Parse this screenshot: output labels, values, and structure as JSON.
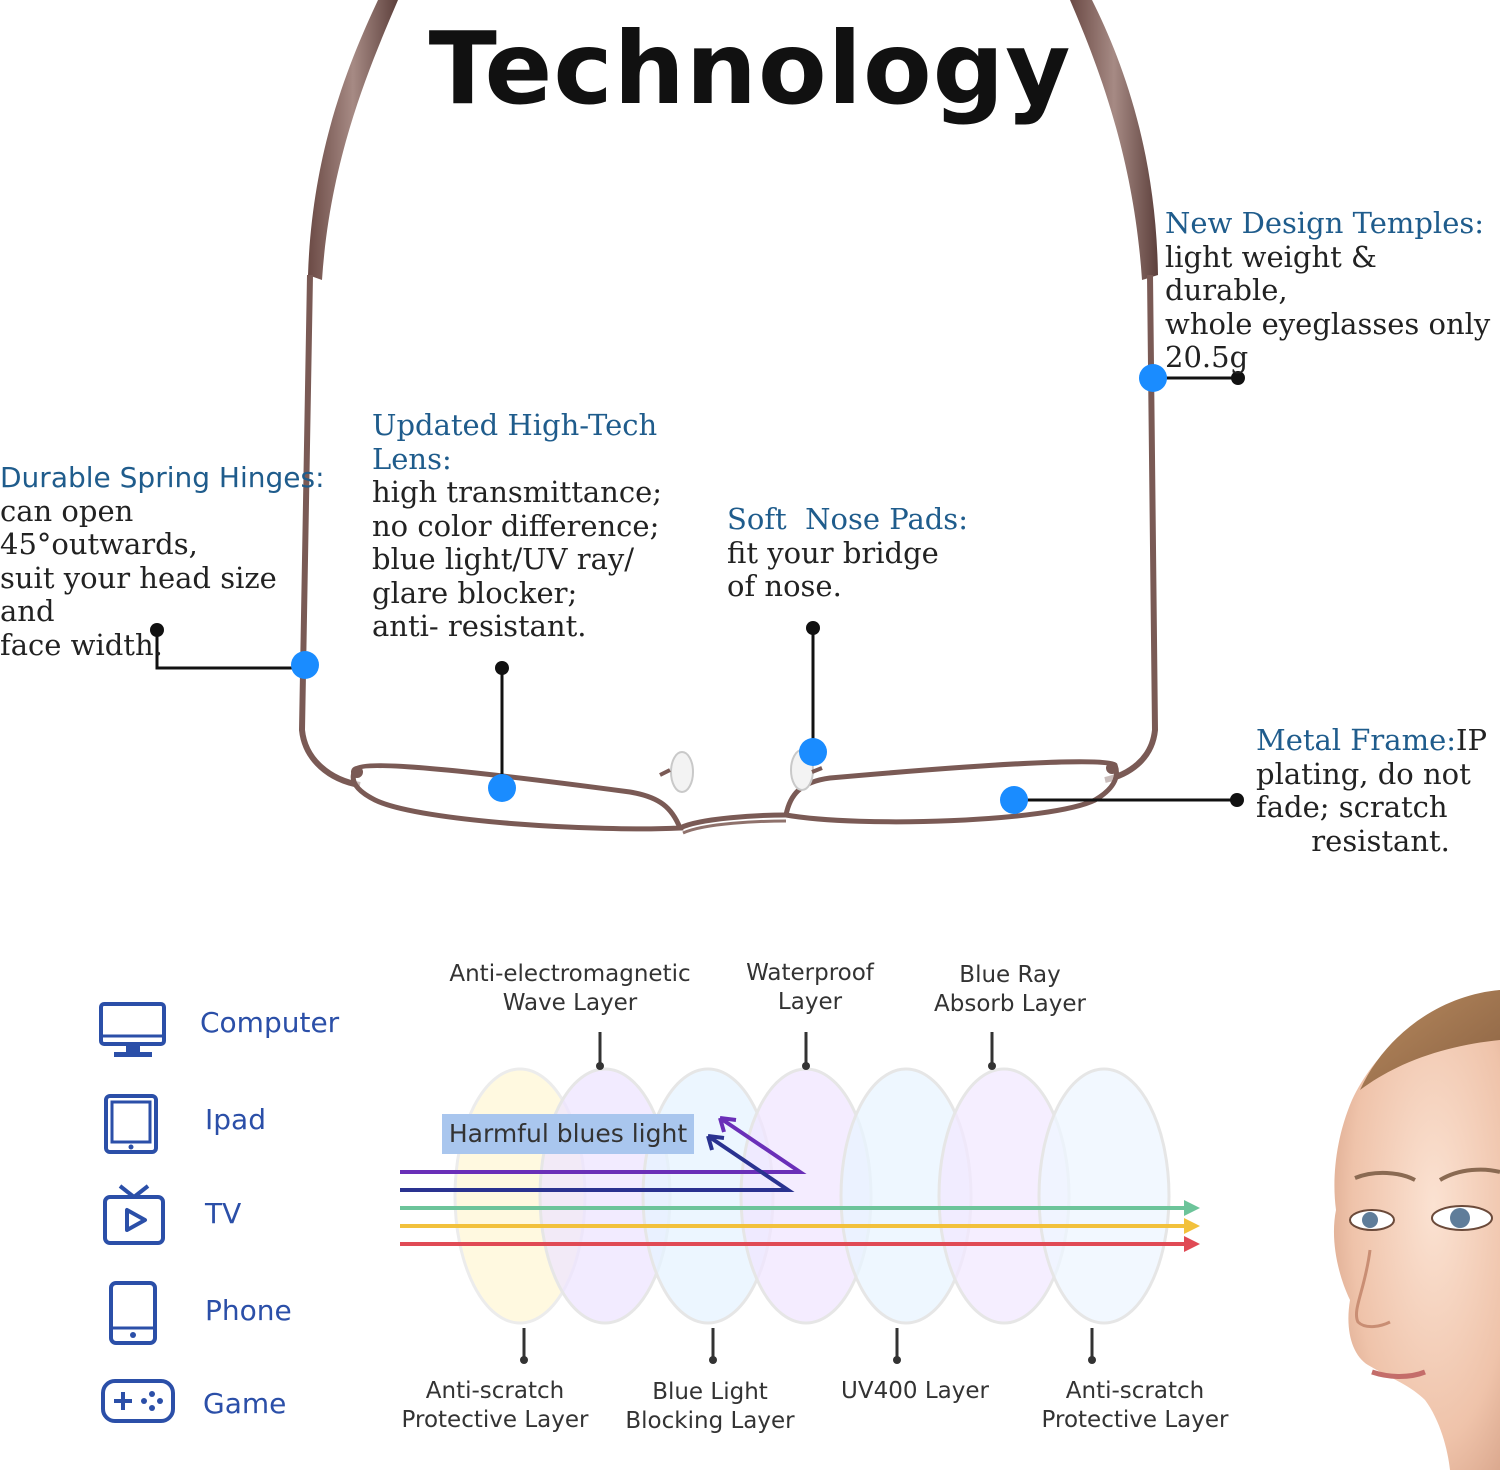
{
  "title": "Technology",
  "callouts": {
    "temples": {
      "heading": "New Design Temples:",
      "text": "light weight & durable,\nwhole eyeglasses only\n20.5g"
    },
    "hinges": {
      "heading": "Durable Spring Hinges:",
      "text": "can open 45°outwards,\nsuit your head size and\nface width."
    },
    "lens": {
      "heading": "Updated High-Tech\nLens:",
      "text": "high transmittance;\nno color difference;\nblue light/UV ray/\nglare blocker;\nanti- resistant."
    },
    "nose_pads": {
      "heading": "Soft  Nose Pads:",
      "text": "fit your bridge\nof nose."
    },
    "frame": {
      "heading": "Metal Frame:",
      "heading_tail": "IP",
      "text": "plating, do not\nfade; scratch\n      resistant."
    }
  },
  "devices": [
    {
      "icon": "computer-icon",
      "label": "Computer"
    },
    {
      "icon": "tablet-icon",
      "label": "Ipad"
    },
    {
      "icon": "tv-icon",
      "label": "TV"
    },
    {
      "icon": "phone-icon",
      "label": "Phone"
    },
    {
      "icon": "gamepad-icon",
      "label": "Game"
    }
  ],
  "layers_top": [
    "Anti-electromagnetic\nWave Layer",
    "Waterproof\nLayer",
    "Blue Ray\nAbsorb Layer"
  ],
  "layers_bottom": [
    "Anti-scratch\nProtective Layer",
    "Blue Light\nBlocking Layer",
    "UV400 Layer",
    "Anti-scratch\nProtective Layer"
  ],
  "harmful_label": "Harmful blues light",
  "colors": {
    "accent_dot": "#1a8cff",
    "heading_blue": "#1f5c8c",
    "device_blue": "#2b4fa8",
    "frame_brown": "#7a5a55",
    "ray_purple": "#6a2fb8",
    "ray_navy": "#2a3290",
    "ray_green": "#6cc49a",
    "ray_yellow": "#f2c13c",
    "ray_red": "#e04a55"
  }
}
